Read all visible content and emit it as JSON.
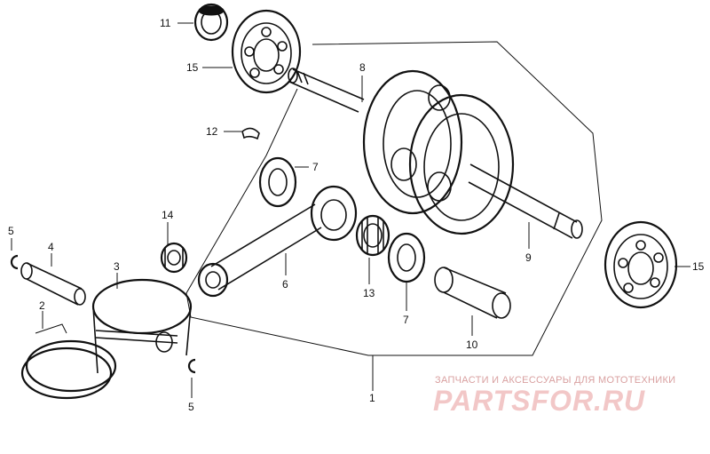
{
  "callouts": {
    "c1": "1",
    "c2": "2",
    "c3": "3",
    "c4": "4",
    "c5a": "5",
    "c5b": "5",
    "c6": "6",
    "c7a": "7",
    "c7b": "7",
    "c8": "8",
    "c9": "9",
    "c10": "10",
    "c11": "11",
    "c12": "12",
    "c13": "13",
    "c14": "14",
    "c15a": "15",
    "c15b": "15"
  },
  "watermark": {
    "tagline": "ЗАПЧАСТИ И АКСЕССУАРЫ ДЛЯ МОТОТЕХНИКИ",
    "logo": "PARTSFOR.RU",
    "color": "#e8a9a9"
  }
}
